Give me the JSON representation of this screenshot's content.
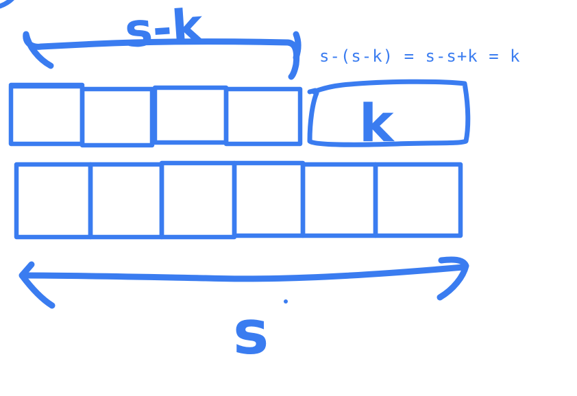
{
  "colors": {
    "ink": "#3a7cf0",
    "background": "#ffffff"
  },
  "labels": {
    "top_brace": "s-k",
    "k_box": "k",
    "bottom_brace": "s"
  },
  "equation": "s-(s-k) = s-s+k = k",
  "rows": {
    "top_boxes": 4,
    "top_extra_box_label": "k",
    "bottom_boxes": 6
  }
}
